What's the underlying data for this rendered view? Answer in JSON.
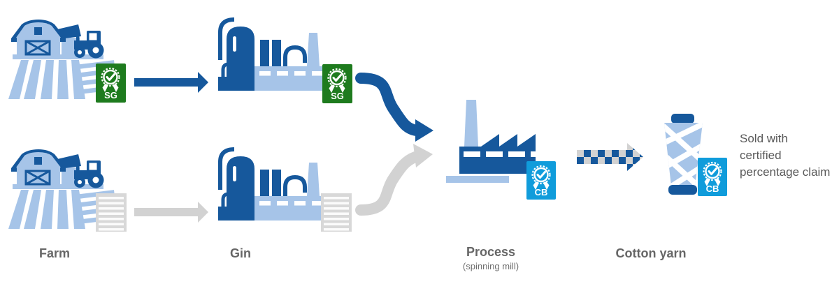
{
  "diagram": {
    "stages": [
      {
        "id": "farm",
        "label": "Farm",
        "icon": "farm-icon"
      },
      {
        "id": "gin",
        "label": "Gin",
        "icon": "gin-factory-icon"
      },
      {
        "id": "process",
        "label": "Process",
        "sublabel": "(spinning mill)",
        "icon": "factory-icon"
      },
      {
        "id": "yarn",
        "label": "Cotton yarn",
        "icon": "yarn-cone-icon"
      }
    ],
    "rows": [
      {
        "id": "certified-row",
        "badge": "SG",
        "arrows": [
          "solid-blue-arrow",
          "curved-blue-arrow"
        ]
      },
      {
        "id": "uncertified-row",
        "badge": "",
        "arrows": [
          "solid-gray-arrow",
          "curved-gray-arrow"
        ]
      }
    ],
    "edges": [
      {
        "from": "farm",
        "to": "gin",
        "row": "certified",
        "style": "solid-blue"
      },
      {
        "from": "farm",
        "to": "gin",
        "row": "uncertified",
        "style": "solid-gray"
      },
      {
        "from": "gin",
        "to": "process",
        "row": "certified",
        "style": "curved-blue"
      },
      {
        "from": "gin",
        "to": "process",
        "row": "uncertified",
        "style": "curved-gray"
      },
      {
        "from": "process",
        "to": "yarn",
        "style": "checkered-blue-gray"
      }
    ]
  },
  "badges": {
    "farm_certified": "SG",
    "gin_certified": "SG",
    "process": "CB",
    "yarn": "CB"
  },
  "note": {
    "lines": [
      "Sold with",
      "certified",
      "percentage claim"
    ]
  },
  "icons": [
    "farm-icon",
    "gin-factory-icon",
    "factory-icon",
    "yarn-cone-icon",
    "award-rosette-icon",
    "uncertified-stripes-icon",
    "straight-arrow-icon",
    "curved-arrow-icon",
    "checkered-arrow-icon"
  ],
  "colors": {
    "dark_blue": "#16589c",
    "light_blue": "#a6c4e8",
    "badge_green": "#1e7b1e",
    "badge_cyan": "#109cdb",
    "arrow_gray": "#d2d2d2",
    "block_gray": "#d8d8d8",
    "label_gray": "#666666",
    "note_gray": "#595959",
    "background": "#ffffff"
  }
}
